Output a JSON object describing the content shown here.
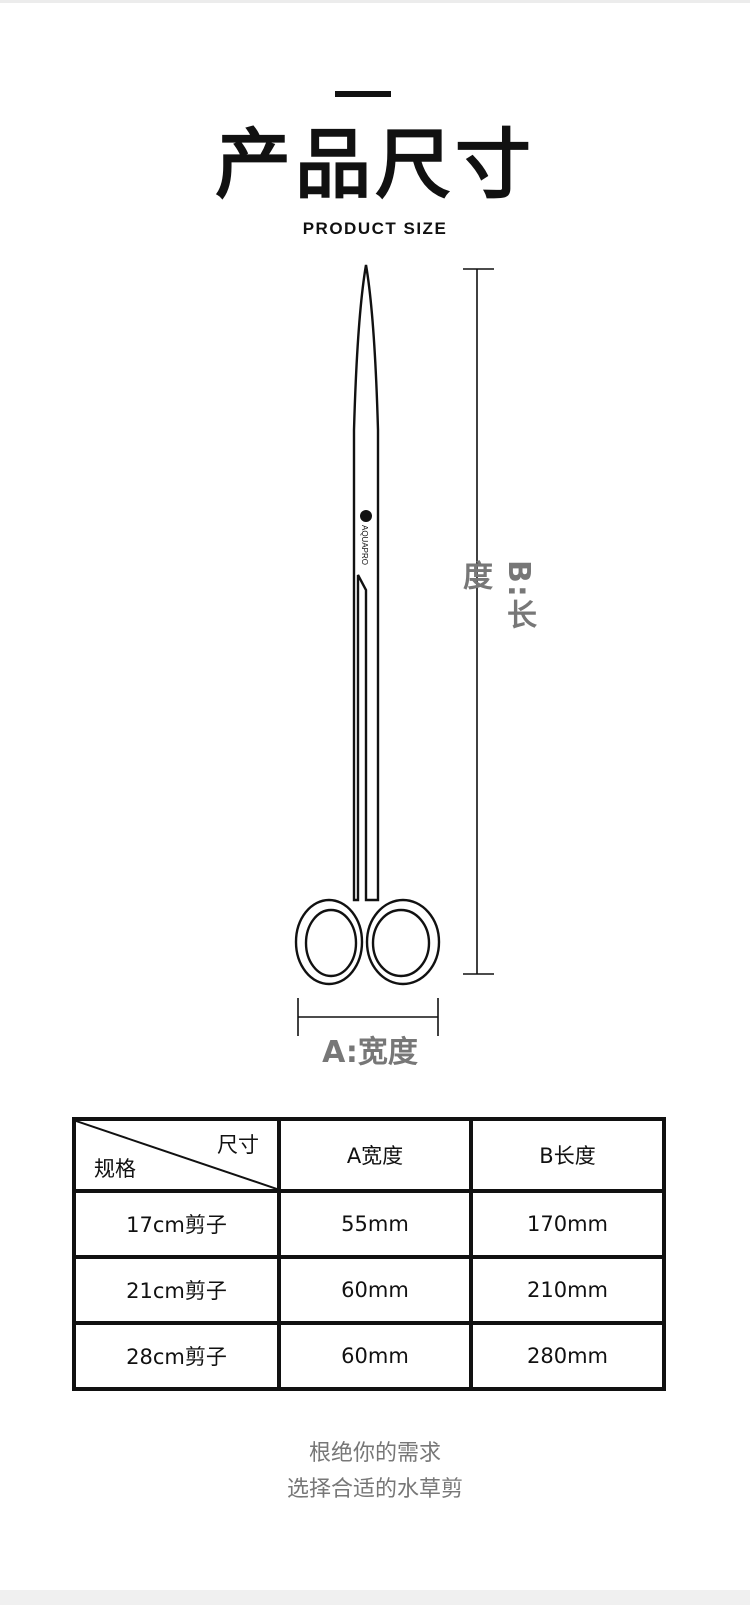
{
  "header": {
    "title": "产品尺寸",
    "subtitle": "PRODUCT SIZE"
  },
  "drawing": {
    "brand": "AQUAPRO",
    "label_length": "B:长度",
    "label_width": "A:宽度"
  },
  "table": {
    "corner_top": "尺寸",
    "corner_bottom": "规格",
    "columns": [
      "A宽度",
      "B长度"
    ],
    "rows": [
      {
        "spec": "17cm剪子",
        "a": "55mm",
        "b": "170mm"
      },
      {
        "spec": "21cm剪子",
        "a": "60mm",
        "b": "210mm"
      },
      {
        "spec": "28cm剪子",
        "a": "60mm",
        "b": "280mm"
      }
    ]
  },
  "footer": {
    "line1": "根绝你的需求",
    "line2": "选择合适的水草剪"
  },
  "colors": {
    "ink": "#111111",
    "label_gray": "#777777"
  }
}
